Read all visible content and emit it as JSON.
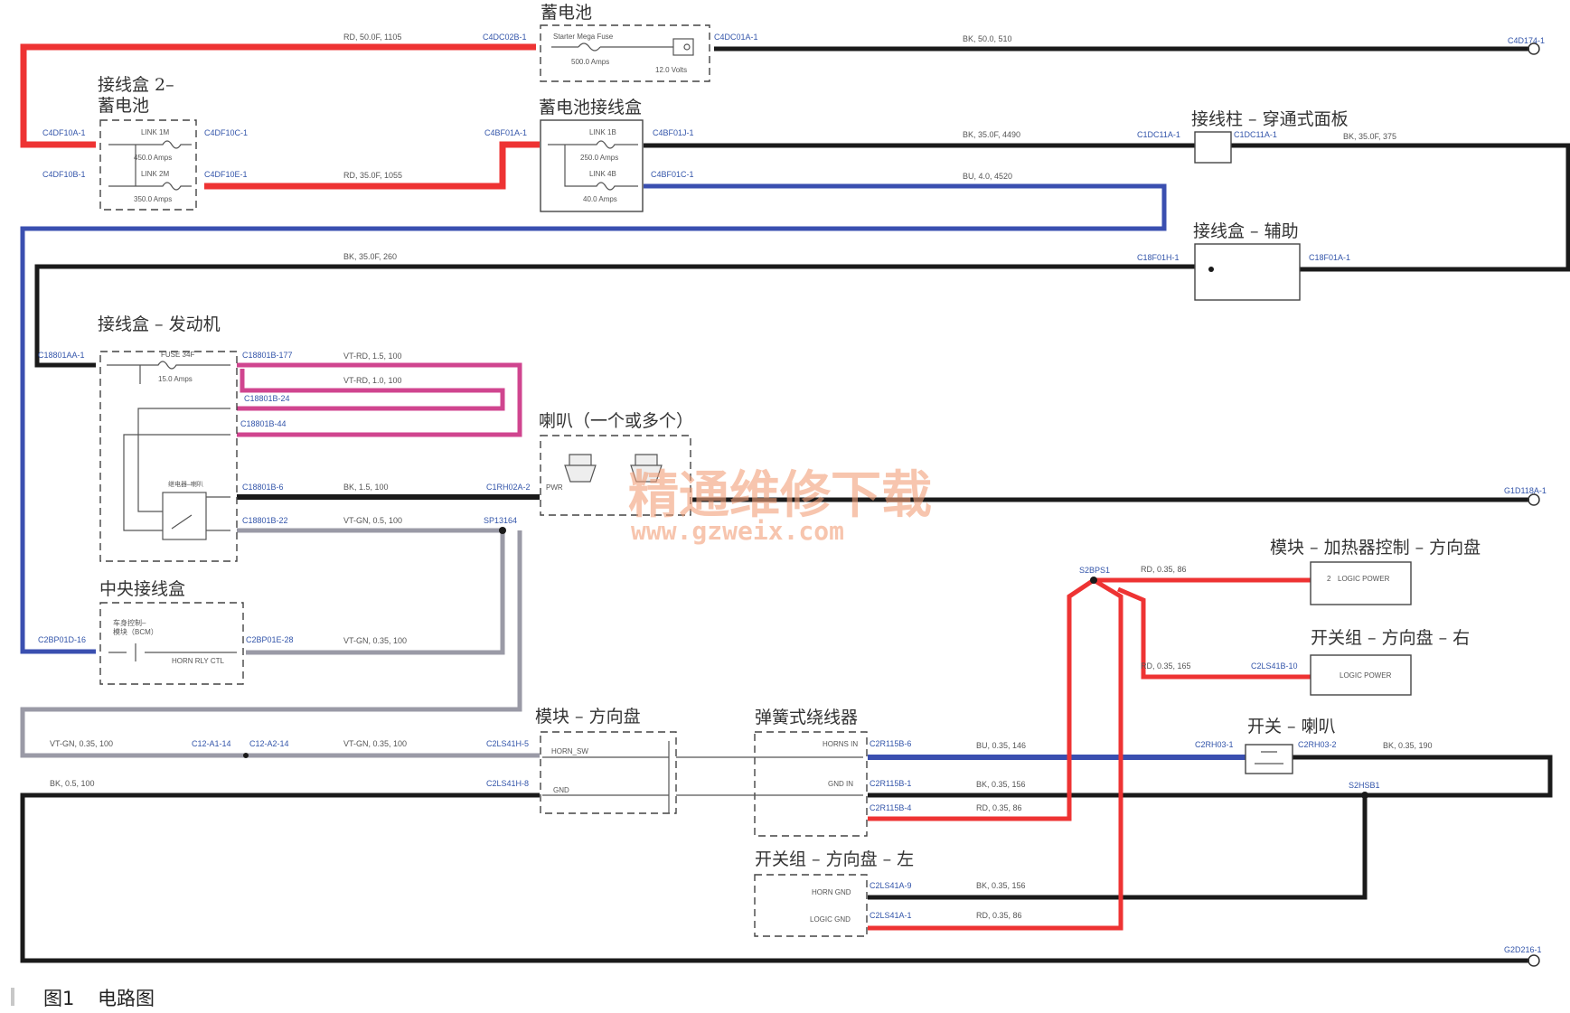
{
  "components": {
    "battery": "蓄电池",
    "starter_fuse": "Starter Mega Fuse",
    "starter_fuse_amps": "500.0 Amps",
    "battery_volts": "12.0 Volts",
    "jb2_line1": "接线盒 2–",
    "jb2_line2": "蓄电池",
    "link1m": "LINK 1M",
    "link1m_amps": "450.0 Amps",
    "link2m": "LINK 2M",
    "link2m_amps": "350.0 Amps",
    "battery_jb": "蓄电池接线盒",
    "link1b": "LINK 1B",
    "link1b_amps": "250.0 Amps",
    "link4b": "LINK 4B",
    "link4b_amps": "40.0 Amps",
    "terminal_post": "接线柱 – 穿通式面板",
    "jb_aux": "接线盒 – 辅助",
    "jb_engine": "接线盒 – 发动机",
    "fuse34f": "FUSE 34F",
    "fuse34f_amps": "15.0 Amps",
    "relay": "继电器–喇叭",
    "horn": "喇叭（一个或多个）",
    "central_jb": "中央接线盒",
    "bcm_line1": "车身控制–",
    "bcm_line2": "模块（BCM）",
    "horn_rly_ctl": "HORN RLY CTL",
    "module_sw": "模块 – 方向盘",
    "horn_sw": "HORN_SW",
    "gnd": "GND",
    "clock_spring": "弹簧式绕线器",
    "horns_in": "HORNS IN",
    "gnd_in": "GND IN",
    "heater_module": "模块 – 加热器控制 – 方向盘",
    "logic_power": "LOGIC POWER",
    "switch_right": "开关组 – 方向盘 – 右",
    "switch_horn": "开关 – 喇叭",
    "switch_left": "开关组 – 方向盘 – 左",
    "horn_gnd": "HORN GND",
    "logic_gnd": "LOGIC GND",
    "pwr": "PWR"
  },
  "connectors": {
    "c4dc02b": "C4DC02B-1",
    "c4dc01a": "C4DC01A-1",
    "c4d174": "C4D174-1",
    "c4df10a": "C4DF10A-1",
    "c4df10c": "C4DF10C-1",
    "c4df10b": "C4DF10B-1",
    "c4df10e": "C4DF10E-1",
    "c4bf01a": "C4BF01A-1",
    "c4bf01j": "C4BF01J-1",
    "c4bf01c": "C4BF01C-1",
    "c1dc11a": "C1DC11A-1",
    "c1dc11a2": "C1DC11A-1",
    "c18f01h": "C18F01H-1",
    "c18f01a": "C18F01A-1",
    "c18801aa": "C18801AA-1",
    "c18801b177": "C18801B-177",
    "c18801b24": "C18801B-24",
    "c18801b44": "C18801B-44",
    "c18801b6": "C18801B-6",
    "c18801b22": "C18801B-22",
    "c1rh02a": "C1RH02A-2",
    "sp13164": "SP13164",
    "g1d118a": "G1D118A-1",
    "c2bp01d": "C2BP01D-16",
    "c2bp01e": "C2BP01E-28",
    "c12a1": "C12-A1-14",
    "c12a2": "C12-A2-14",
    "c2ls41h5": "C2LS41H-5",
    "c2ls41h8": "C2LS41H-8",
    "c2r115b6": "C2R115B-6",
    "c2r115b1": "C2R115B-1",
    "c2r115b4": "C2R115B-4",
    "s2bps1": "S2BPS1",
    "c2ls41b": "C2LS41B-10",
    "c2rh03a": "C2RH03-1",
    "c2rh03b": "C2RH03-2",
    "s2hsb1": "S2HSB1",
    "c2ls41a9": "C2LS41A-9",
    "c2ls41a1": "C2LS41A-1",
    "g2d216": "G2D216-1"
  },
  "wires": {
    "w1": "RD, 50.0F, 1105",
    "w2": "BK, 50.0, 510",
    "w3": "RD, 35.0F, 1055",
    "w4": "BK, 35.0F, 4490",
    "w5": "BK, 35.0F, 375",
    "w6": "BU, 4.0, 4520",
    "w7": "BK, 35.0F, 260",
    "w8": "VT-RD, 1.5, 100",
    "w9": "VT-RD, 1.0, 100",
    "w10": "BK, 1.5, 100",
    "w11": "VT-GN, 0.5, 100",
    "w12": "VT-GN, 0.35, 100",
    "w13": "VT-GN, 0.35, 100",
    "w14": "VT-GN, 0.35, 100",
    "w15": "BK, 0.5, 100",
    "w16": "BU, 0.35, 146",
    "w17": "BK, 0.35, 156",
    "w18": "RD, 0.35, 86",
    "w19": "RD, 0.35, 86",
    "w20": "RD, 0.35, 165",
    "w21": "BK, 0.35, 190",
    "w22": "BK, 0.35, 156",
    "w23": "RD, 0.35, 86",
    "pin2": "2"
  },
  "watermark": {
    "cn": "精通维修下载",
    "url": "www.gzweix.com"
  },
  "caption": {
    "fig": "图1",
    "title": "电路图"
  },
  "colors": {
    "red": "#ee3333",
    "black": "#1a1a1a",
    "blue": "#3a4fb0",
    "magenta": "#d0458f",
    "gray": "#9a9aa6"
  }
}
